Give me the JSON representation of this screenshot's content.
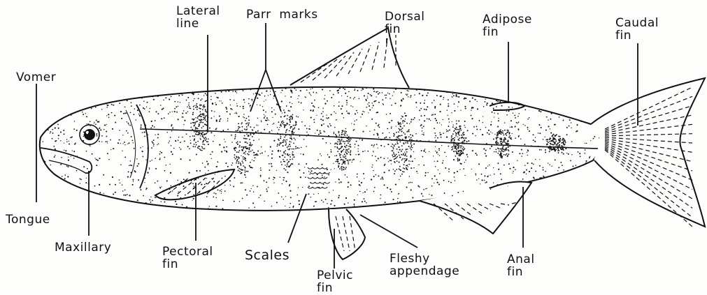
{
  "labels": {
    "lateral_line": "Lateral\nline",
    "parr_marks": "Parr  marks",
    "dorsal_fin": "Dorsal\nfin",
    "adipose_fin": "Adipose\nfin",
    "caudal_fin": "Caudal\nfin",
    "vomer": "Vomer",
    "tongue": "Tongue",
    "maxillary": "Maxillary",
    "pectoral_fin": "Pectoral\nfin",
    "scales": "Scales",
    "pelvic_fin": "Pelvic\nfin",
    "fleshy_appendage": "Fleshy\nappendage",
    "anal_fin": "Anal\nfin"
  },
  "colors": {
    "ink": "#111111",
    "paper": "#fdfdfb"
  }
}
